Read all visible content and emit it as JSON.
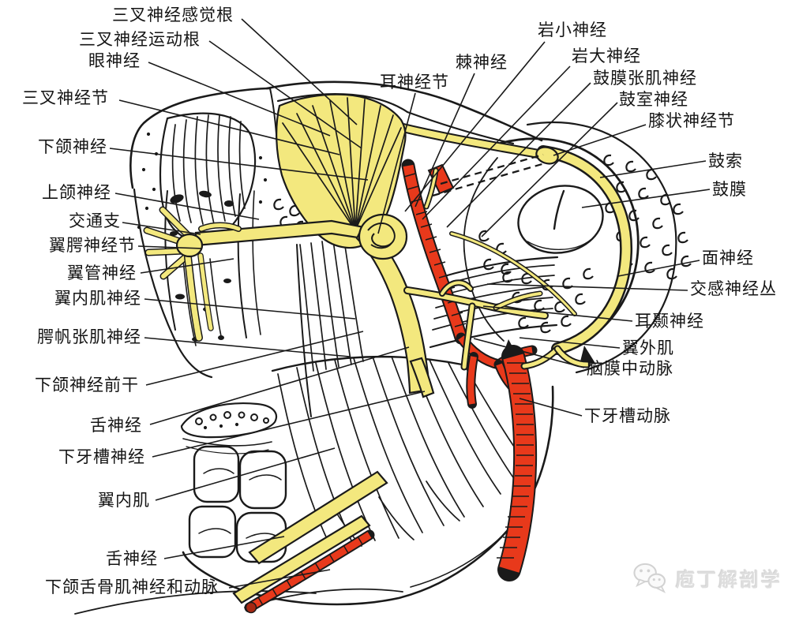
{
  "labels": [
    {
      "id": "trigeminal-sensory-root",
      "text": "三叉神经感觉根"
    },
    {
      "id": "trigeminal-motor-root",
      "text": "三叉神经运动根"
    },
    {
      "id": "ophthalmic-nerve",
      "text": "眼神经"
    },
    {
      "id": "trigeminal-ganglion",
      "text": "三叉神经节"
    },
    {
      "id": "mandibular-nerve",
      "text": "下颌神经"
    },
    {
      "id": "maxillary-nerve",
      "text": "上颌神经"
    },
    {
      "id": "communicating-branch",
      "text": "交通支"
    },
    {
      "id": "pterygopalatine-ganglion",
      "text": "翼腭神经节"
    },
    {
      "id": "nerve-of-pterygoid-canal",
      "text": "翼管神经"
    },
    {
      "id": "nerve-to-medial-pterygoid",
      "text": "翼内肌神经"
    },
    {
      "id": "nerve-to-tensor-veli-palatini",
      "text": "腭帆张肌神经"
    },
    {
      "id": "anterior-trunk-of-mandibular-nerve",
      "text": "下颌神经前干"
    },
    {
      "id": "lingual-nerve-upper",
      "text": "舌神经"
    },
    {
      "id": "inferior-alveolar-nerve",
      "text": "下牙槽神经"
    },
    {
      "id": "medial-pterygoid-muscle",
      "text": "翼内肌"
    },
    {
      "id": "lingual-nerve-lower",
      "text": "舌神经"
    },
    {
      "id": "mylohyoid-nerve-and-artery",
      "text": "下颌舌骨肌神经和动脉"
    },
    {
      "id": "otic-ganglion",
      "text": "耳神经节"
    },
    {
      "id": "nervus-spinosus",
      "text": "棘神经"
    },
    {
      "id": "lesser-petrosal-nerve",
      "text": "岩小神经"
    },
    {
      "id": "greater-petrosal-nerve",
      "text": "岩大神经"
    },
    {
      "id": "nerve-to-tensor-tympani",
      "text": "鼓膜张肌神经"
    },
    {
      "id": "tympanic-nerve",
      "text": "鼓室神经"
    },
    {
      "id": "geniculate-ganglion",
      "text": "膝状神经节"
    },
    {
      "id": "chorda-tympani",
      "text": "鼓索"
    },
    {
      "id": "tympanic-membrane",
      "text": "鼓膜"
    },
    {
      "id": "facial-nerve",
      "text": "面神经"
    },
    {
      "id": "sympathetic-plexus",
      "text": "交感神经丛"
    },
    {
      "id": "auriculotemporal-nerve",
      "text": "耳颞神经"
    },
    {
      "id": "lateral-pterygoid-muscle",
      "text": "翼外肌"
    },
    {
      "id": "middle-meningeal-artery",
      "text": "脑膜中动脉"
    },
    {
      "id": "inferior-alveolar-artery",
      "text": "下牙槽动脉"
    }
  ],
  "watermark": {
    "text": "庖丁解剖学",
    "icon": "wechat-icon"
  },
  "colors": {
    "nerve_yellow": "#F3E87E",
    "artery_red": "#E8391B",
    "artery_red_dark": "#A62812",
    "line_black": "#1A1A1A",
    "watermark_gray": "#DEDEDE",
    "bg": "#FFFFFF"
  }
}
